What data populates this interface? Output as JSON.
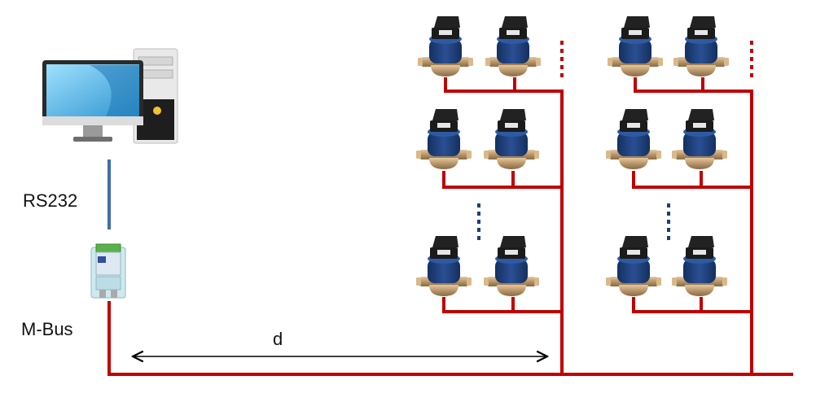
{
  "labels": {
    "rs232": "RS232",
    "mbus": "M-Bus",
    "distance": "d"
  },
  "colors": {
    "bus": "#c00000",
    "serial_cable": "#3d6fa8",
    "ellipsis_blue": "#1f3f6e",
    "meter_body": "#1d3d7a",
    "meter_brass": "#b8956a",
    "meter_head": "#1b1b1b",
    "monitor_screen": "#4fb6e6"
  },
  "icons": {
    "computer": "desktop-computer-icon",
    "converter": "mbus-level-converter-icon",
    "meter": "water-meter-icon"
  }
}
